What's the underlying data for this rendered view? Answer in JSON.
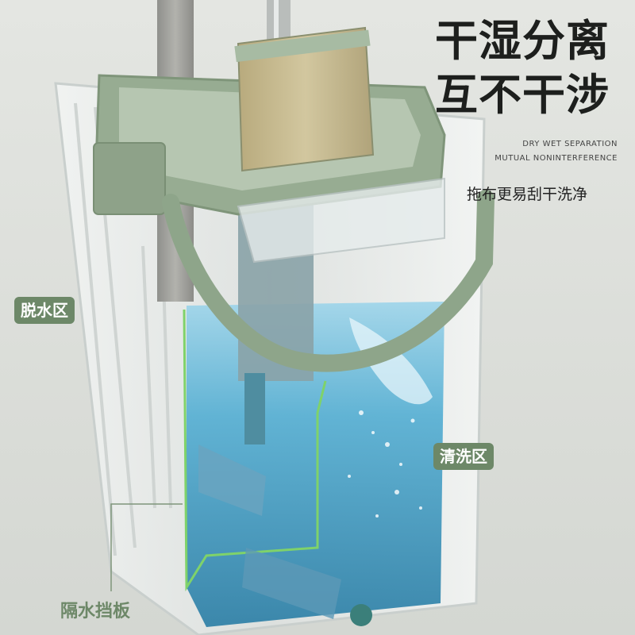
{
  "headline": {
    "line1": "干湿分离",
    "line2": "互不干涉"
  },
  "subtitle_en": {
    "line1": "DRY WET SEPARATION",
    "line2": "MUTUAL NONINTERFERENCE"
  },
  "feature_text": "拖布更易刮干洗净",
  "zones": {
    "dry_label": "脱水区",
    "wash_label": "清洗区",
    "baffle_label": "隔水挡板"
  },
  "colors": {
    "accent_green": "#6d8868",
    "bucket_green": "#97ac92",
    "water_blue": "#3f9fc4",
    "background": "#e9ebe7",
    "text_dark": "#1d1f1d"
  }
}
